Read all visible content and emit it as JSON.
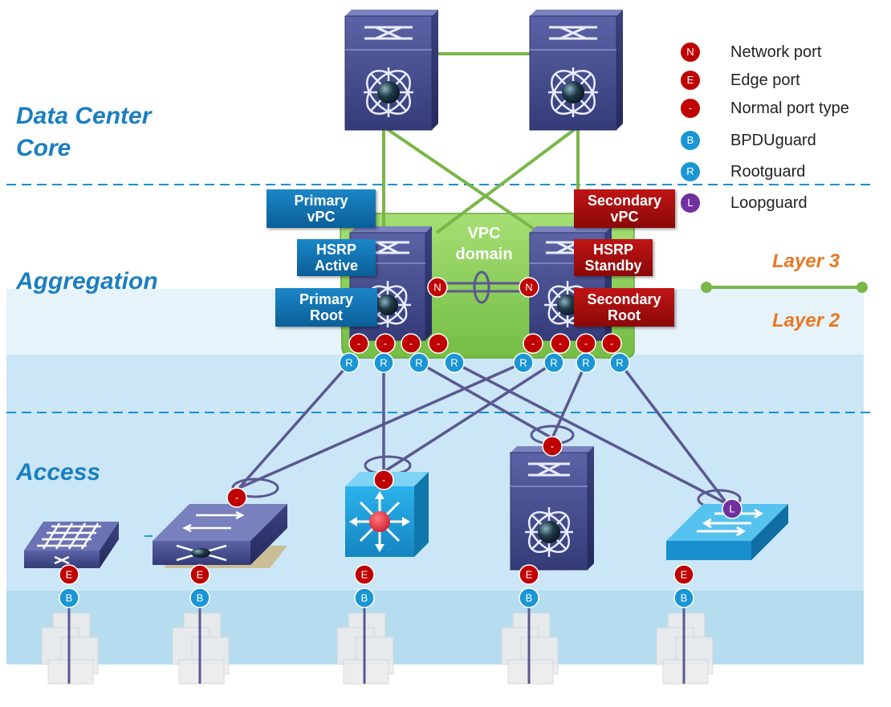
{
  "tiers": {
    "core": [
      "Data Center",
      "Core"
    ],
    "aggregation": "Aggregation",
    "access": "Access"
  },
  "layers": {
    "l3": "Layer 3",
    "l2": "Layer 2"
  },
  "vpc_domain": [
    "VPC",
    "domain"
  ],
  "roles_left": [
    [
      "Primary",
      "vPC"
    ],
    [
      "HSRP",
      "Active"
    ],
    [
      "Primary",
      "Root"
    ]
  ],
  "roles_right": [
    [
      "Secondary",
      "vPC"
    ],
    [
      "HSRP",
      "Standby"
    ],
    [
      "Secondary",
      "Root"
    ]
  ],
  "legend": [
    {
      "letter": "N",
      "text": "Network port",
      "color": "#c00000"
    },
    {
      "letter": "E",
      "text": "Edge port",
      "color": "#c00000"
    },
    {
      "letter": "-",
      "text": "Normal port type",
      "color": "#c00000"
    },
    {
      "letter": "B",
      "text": "BPDUguard",
      "color": "#1a96d4"
    },
    {
      "letter": "R",
      "text": "Rootguard",
      "color": "#1a96d4"
    },
    {
      "letter": "L",
      "text": "Loopguard",
      "color": "#7030a0"
    }
  ],
  "port_letters": {
    "network": "N",
    "edge": "E",
    "normal": "-",
    "bpduguard": "B",
    "rootguard": "R",
    "loopguard": "L"
  },
  "colors": {
    "tier_text": "#1a7fc0",
    "layer_text": "#e87722",
    "link_l3": "#7ab648",
    "link_l2": "#5a5890",
    "port_red": "#c00000",
    "port_blue": "#1a96d4",
    "port_purple": "#7030a0",
    "vpc_domain": "#8bd05a",
    "band_light": "#e3f2fb",
    "band_mid": "#c5e4f5",
    "band_deep": "#b3dcf0",
    "device_nexus": "#3d4687",
    "device_blue": "#1a9dd9"
  }
}
